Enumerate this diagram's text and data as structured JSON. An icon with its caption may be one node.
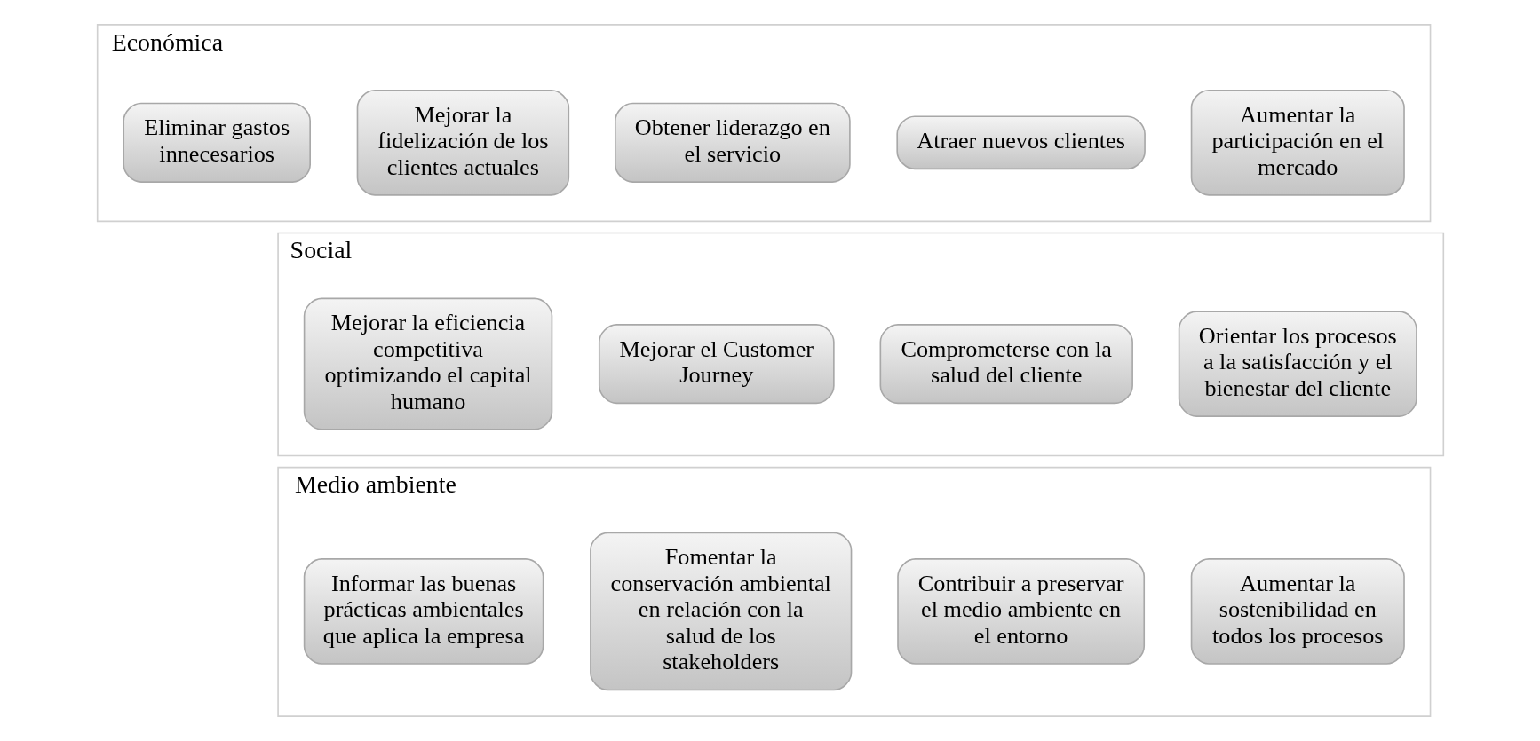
{
  "diagram": {
    "nodes": [
      {
        "text": [
          "Económica"
        ]
      },
      {
        "text": [
          "Aumentar la participación en el mercado"
        ],
        "in": 0
      },
      {
        "text": [
          "Atraer nuevos clientes"
        ],
        "in": 0
      },
      {
        "text": [
          "Obtener liderazgo en el servicio"
        ],
        "in": 0
      },
      {
        "text": [
          "Mejorar la fidelización de los clientes actuales"
        ],
        "in": 0
      },
      {
        "text": [
          "Eliminar gastos innecesarios"
        ],
        "in": 0
      },
      {
        "text": [
          "Social"
        ]
      },
      {
        "text": [
          "Orientar los procesos a la satisfacción y el bienestar del cliente"
        ],
        "in": 6
      },
      {
        "text": [
          "Comprometerse con la salud del cliente"
        ],
        "in": 6
      },
      {
        "text": [
          "Mejorar el Customer Journey"
        ],
        "in": 6
      },
      {
        "text": [
          "Mejorar la eficiencia competitiva optimizando el capital humano"
        ],
        "in": 6
      },
      {
        "text": [
          "Medio ambiente"
        ]
      },
      {
        "text": [
          "Aumentar la sostenibilidad en todos los procesos"
        ],
        "in": 11
      },
      {
        "text": [
          "Contribuir a preservar el medio ambiente en el entorno"
        ],
        "in": 11
      },
      {
        "text": [
          "Fomentar la conservación ambiental en relación con la salud de los stakeholders"
        ],
        "in": 11
      },
      {
        "text": [
          "Informar las buenas prácticas ambientales que aplica la empresa"
        ],
        "in": 11
      }
    ],
    "edges": []
  }
}
